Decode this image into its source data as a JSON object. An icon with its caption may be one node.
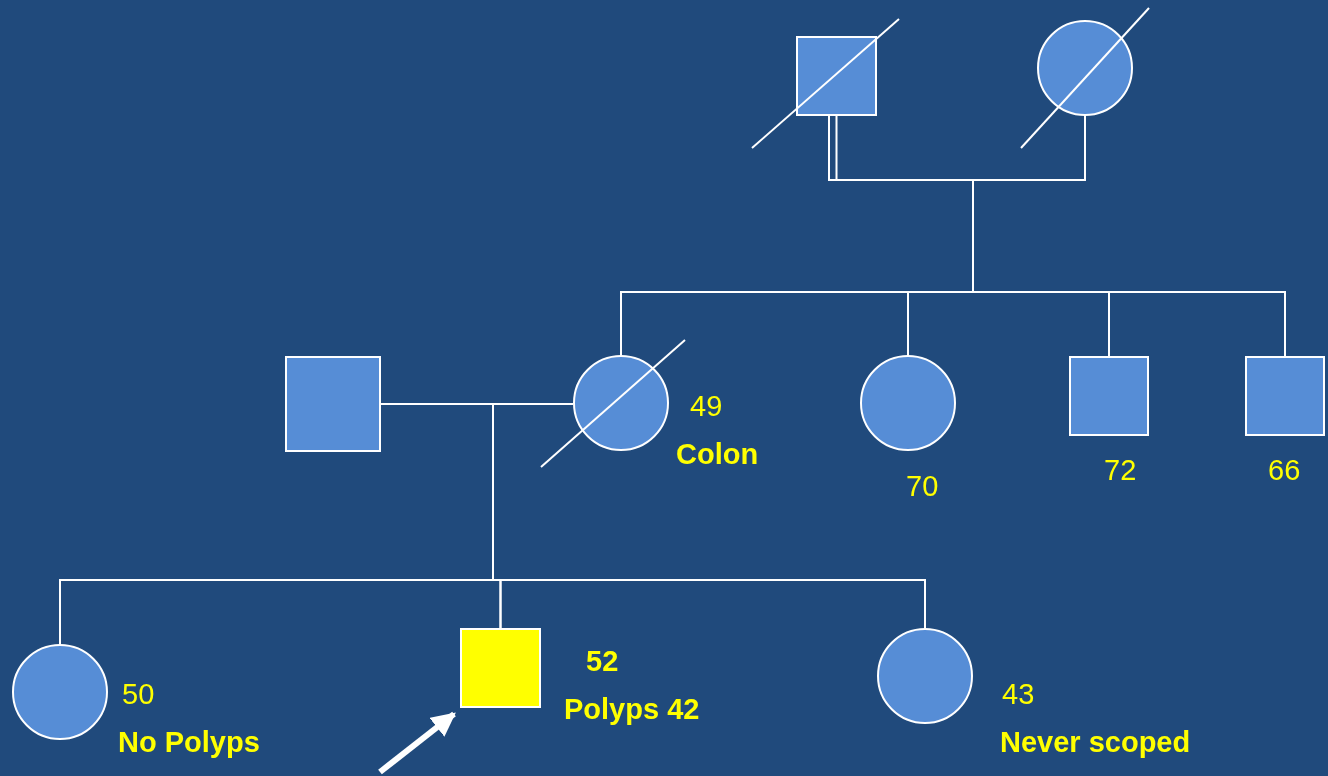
{
  "diagram": {
    "nodes": [
      {
        "text": [],
        "shape": "box"
      },
      {
        "text": [],
        "shape": "circle"
      },
      {
        "text": [],
        "shape": "box"
      },
      {
        "text": [],
        "shape": "circle",
        "beside": [
          "49",
          "Colon"
        ]
      },
      {
        "text": [],
        "shape": "circle",
        "beside": [
          "70"
        ]
      },
      {
        "text": [],
        "shape": "box",
        "beside": [
          "72"
        ]
      },
      {
        "text": [],
        "shape": "box",
        "beside": [
          "66"
        ]
      },
      {
        "text": [],
        "shape": "circle",
        "beside": [
          "50",
          "No Polyps"
        ]
      },
      {
        "text": [],
        "shape": "box",
        "beside": [
          "52",
          "Polyps 42"
        ]
      },
      {
        "text": [],
        "shape": "circle",
        "beside": [
          "43",
          "Never scoped"
        ]
      }
    ],
    "edges": [
      {
        "from": 0,
        "to": 1,
        "arrow": "none"
      },
      {
        "from": 0,
        "to": 3,
        "arrow": "none"
      },
      {
        "from": 0,
        "to": 4,
        "arrow": "none"
      },
      {
        "from": 0,
        "to": 5,
        "arrow": "none"
      },
      {
        "from": 0,
        "to": 6,
        "arrow": "none"
      },
      {
        "from": 1,
        "to": 3,
        "arrow": "none"
      },
      {
        "from": 1,
        "to": 4,
        "arrow": "none"
      },
      {
        "from": 1,
        "to": 5,
        "arrow": "none"
      },
      {
        "from": 1,
        "to": 6,
        "arrow": "none"
      },
      {
        "from": 2,
        "to": 3,
        "arrow": "none"
      },
      {
        "from": 2,
        "to": 7,
        "arrow": "none"
      },
      {
        "from": 2,
        "to": 8,
        "arrow": "none"
      },
      {
        "from": 2,
        "to": 9,
        "arrow": "none"
      },
      {
        "from": 3,
        "to": 7,
        "arrow": "none"
      },
      {
        "from": 3,
        "to": 8,
        "arrow": "none"
      },
      {
        "from": 3,
        "to": 9,
        "arrow": "none"
      },
      {
        "from": null,
        "to": 8,
        "arrow": "to",
        "style": "thick"
      }
    ]
  }
}
